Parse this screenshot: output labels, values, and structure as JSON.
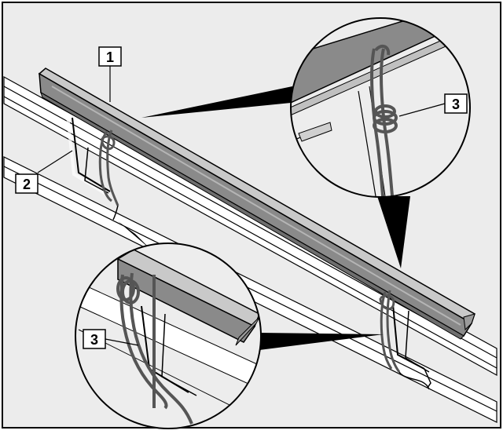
{
  "callouts": [
    {
      "id": "callout-1",
      "label": "1"
    },
    {
      "id": "callout-2",
      "label": "2"
    },
    {
      "id": "callout-3-top",
      "label": "3"
    },
    {
      "id": "callout-3-bottom",
      "label": "3"
    }
  ],
  "colors": {
    "background": "#ececec",
    "rail": "#8a8a8a",
    "rail_highlight": "#c9c9c9",
    "wire": "#555555",
    "outline": "#000000",
    "label_box": "#ffffff"
  }
}
